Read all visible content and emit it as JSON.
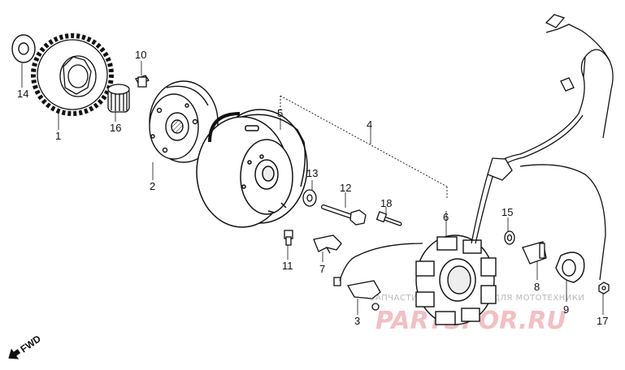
{
  "parts": [
    {
      "id": "part-1",
      "label": "1"
    },
    {
      "id": "part-2",
      "label": "2"
    },
    {
      "id": "part-3",
      "label": "3"
    },
    {
      "id": "part-4",
      "label": "4"
    },
    {
      "id": "part-5",
      "label": "5"
    },
    {
      "id": "part-6",
      "label": "6"
    },
    {
      "id": "part-7",
      "label": "7"
    },
    {
      "id": "part-8",
      "label": "8"
    },
    {
      "id": "part-9",
      "label": "9"
    },
    {
      "id": "part-10",
      "label": "10"
    },
    {
      "id": "part-11",
      "label": "11"
    },
    {
      "id": "part-12",
      "label": "12"
    },
    {
      "id": "part-13",
      "label": "13"
    },
    {
      "id": "part-14",
      "label": "14"
    },
    {
      "id": "part-15",
      "label": "15"
    },
    {
      "id": "part-16",
      "label": "16"
    },
    {
      "id": "part-17",
      "label": "17"
    },
    {
      "id": "part-18",
      "label": "18"
    }
  ],
  "direction_label": "FWD",
  "watermark": {
    "tagline": "ЗАПЧАСТИ И АКСЕССУАРЫ ДЛЯ МОТОТЕХНИКИ",
    "brand": "PARTSFOR.RU"
  },
  "colors": {
    "line": "#111111",
    "watermark_brand": "#f2b4b8",
    "watermark_tagline": "#b9b9b9"
  }
}
